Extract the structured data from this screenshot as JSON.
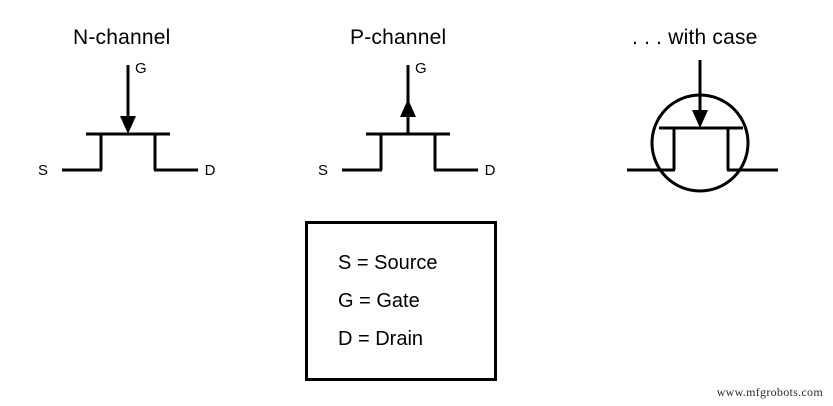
{
  "diagram": {
    "type": "field-effect-transistor-schematic-symbols",
    "background_color": "#ffffff",
    "stroke_color": "#000000",
    "symbols": [
      {
        "id": "n-channel",
        "title": "N-channel",
        "gate_arrow_direction": "into-channel",
        "has_case_circle": false,
        "terminals": [
          {
            "code": "S",
            "name": "Source",
            "side": "left"
          },
          {
            "code": "G",
            "name": "Gate",
            "side": "top"
          },
          {
            "code": "D",
            "name": "Drain",
            "side": "right"
          }
        ]
      },
      {
        "id": "p-channel",
        "title": "P-channel",
        "gate_arrow_direction": "out-of-channel",
        "has_case_circle": false,
        "terminals": [
          {
            "code": "S",
            "name": "Source",
            "side": "left"
          },
          {
            "code": "G",
            "name": "Gate",
            "side": "top"
          },
          {
            "code": "D",
            "name": "Drain",
            "side": "right"
          }
        ]
      },
      {
        "id": "with-case",
        "title": ". . . with case",
        "gate_arrow_direction": "into-channel",
        "has_case_circle": true,
        "terminals": []
      }
    ]
  },
  "legend": {
    "lines": [
      "S = Source",
      "G = Gate",
      "D = Drain"
    ]
  },
  "watermark": {
    "text": "www.mfgrobots.com"
  }
}
